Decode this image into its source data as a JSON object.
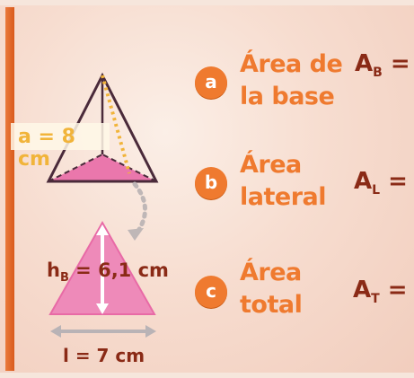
{
  "pyramid": {
    "apothem_label": "a = 8 cm"
  },
  "triangle": {
    "height_label_main": "h",
    "height_label_sub": "B",
    "height_label_rest": " = 6,1 cm",
    "base_label": "l = 7 cm"
  },
  "items": [
    {
      "badge": "a",
      "title_line1": "Área de",
      "title_line2": "la base",
      "formula_main": "A",
      "formula_sub": "B",
      "formula_rest": " ="
    },
    {
      "badge": "b",
      "title_line1": "Área",
      "title_line2": "lateral",
      "formula_main": "A",
      "formula_sub": "L",
      "formula_rest": " ="
    },
    {
      "badge": "c",
      "title_line1": "Área",
      "title_line2": "total",
      "formula_main": "A",
      "formula_sub": "T",
      "formula_rest": " ="
    }
  ],
  "colors": {
    "accent_orange": "#ef7a2f",
    "dark_text": "#8a2a16",
    "pink_fill": "#e86aa6",
    "yellow_label": "#f1b43a"
  }
}
